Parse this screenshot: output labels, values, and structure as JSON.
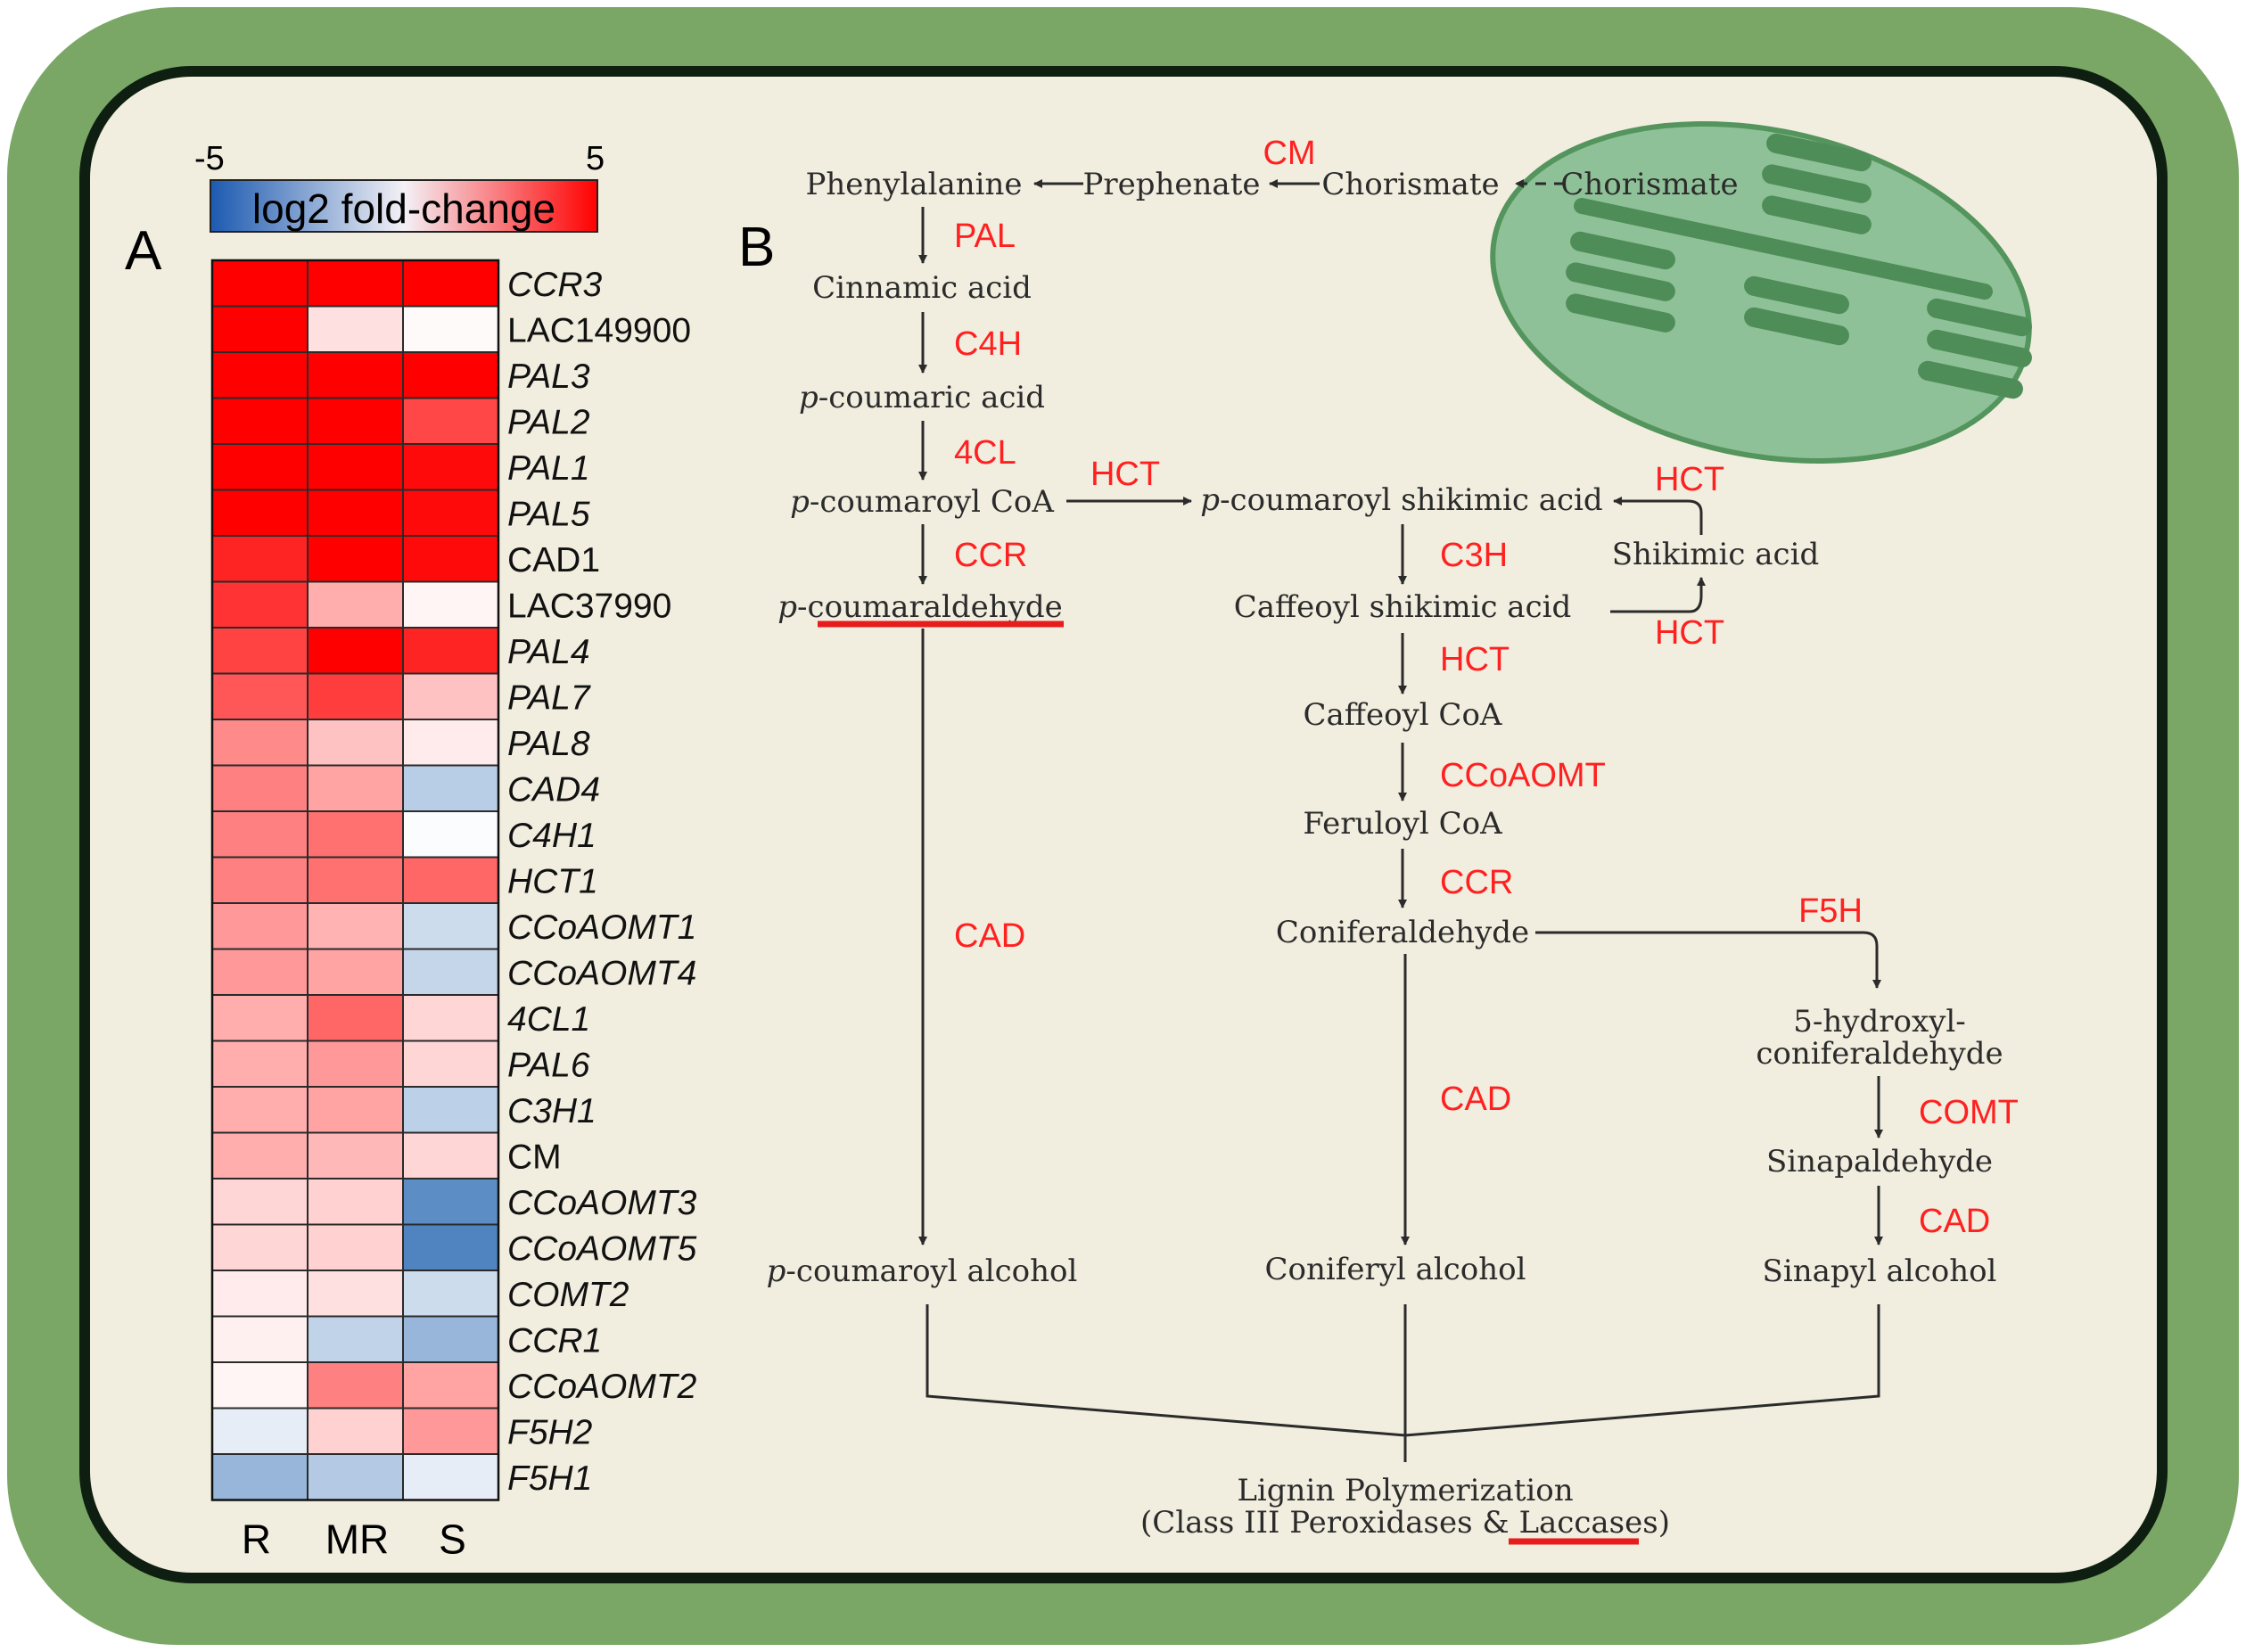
{
  "panel_labels": {
    "a": "A",
    "b": "B"
  },
  "colorbar": {
    "min_label": "-5",
    "max_label": "5",
    "title": "log2 fold-change",
    "min": -5,
    "max": 5
  },
  "heatmap": {
    "columns": [
      "R",
      "MR",
      "S"
    ],
    "rows": [
      {
        "gene": "CCR3",
        "italic": true,
        "values": [
          5.0,
          5.0,
          5.0
        ]
      },
      {
        "gene": "LAC149900",
        "italic": false,
        "values": [
          5.0,
          0.6,
          0.1
        ]
      },
      {
        "gene": "PAL3",
        "italic": true,
        "values": [
          5.0,
          5.0,
          5.0
        ]
      },
      {
        "gene": "PAL2",
        "italic": true,
        "values": [
          5.0,
          5.0,
          3.6
        ]
      },
      {
        "gene": "PAL1",
        "italic": true,
        "values": [
          5.0,
          5.0,
          4.8
        ]
      },
      {
        "gene": "PAL5",
        "italic": true,
        "values": [
          5.0,
          5.0,
          4.8
        ]
      },
      {
        "gene": "CAD1",
        "italic": false,
        "values": [
          4.3,
          5.0,
          4.8
        ]
      },
      {
        "gene": "LAC37990",
        "italic": false,
        "values": [
          4.0,
          1.6,
          0.2
        ]
      },
      {
        "gene": "PAL4",
        "italic": true,
        "values": [
          3.7,
          5.0,
          4.3
        ]
      },
      {
        "gene": "PAL7",
        "italic": true,
        "values": [
          3.3,
          3.8,
          1.2
        ]
      },
      {
        "gene": "PAL8",
        "italic": true,
        "values": [
          2.3,
          1.2,
          0.4
        ]
      },
      {
        "gene": "CAD4",
        "italic": true,
        "values": [
          2.5,
          1.8,
          -1.7
        ]
      },
      {
        "gene": "C4H1",
        "italic": true,
        "values": [
          2.5,
          2.8,
          -0.1
        ]
      },
      {
        "gene": "HCT1",
        "italic": true,
        "values": [
          2.5,
          2.8,
          3.0
        ]
      },
      {
        "gene": "CCoAOMT1",
        "italic": true,
        "values": [
          2.0,
          1.5,
          -1.2
        ]
      },
      {
        "gene": "CCoAOMT4",
        "italic": true,
        "values": [
          2.0,
          1.8,
          -1.4
        ]
      },
      {
        "gene": "4CL1",
        "italic": true,
        "values": [
          1.6,
          3.0,
          0.8
        ]
      },
      {
        "gene": "PAL6",
        "italic": true,
        "values": [
          1.6,
          2.0,
          0.8
        ]
      },
      {
        "gene": "C3H1",
        "italic": true,
        "values": [
          1.6,
          1.8,
          -1.6
        ]
      },
      {
        "gene": "CM",
        "italic": false,
        "values": [
          1.6,
          1.4,
          0.8
        ]
      },
      {
        "gene": "CCoAOMT3",
        "italic": true,
        "values": [
          0.8,
          0.9,
          -3.9
        ]
      },
      {
        "gene": "CCoAOMT5",
        "italic": true,
        "values": [
          0.8,
          0.9,
          -4.2
        ]
      },
      {
        "gene": "COMT2",
        "italic": true,
        "values": [
          0.4,
          0.6,
          -1.2
        ]
      },
      {
        "gene": "CCR1",
        "italic": true,
        "values": [
          0.3,
          -1.5,
          -2.5
        ]
      },
      {
        "gene": "CCoAOMT2",
        "italic": true,
        "values": [
          0.2,
          2.5,
          1.8
        ]
      },
      {
        "gene": "F5H2",
        "italic": true,
        "values": [
          -0.6,
          0.9,
          2.0
        ]
      },
      {
        "gene": "F5H1",
        "italic": true,
        "values": [
          -2.5,
          -1.8,
          -0.6
        ]
      }
    ]
  },
  "pathway": {
    "compounds": {
      "phenylalanine": "Phenylalanine",
      "prephenate": "Prephenate",
      "chorismate1": "Chorismate",
      "chorismate2": "Chorismate",
      "cinnamic": "Cinnamic acid",
      "pcoumaric_p": "p",
      "pcoumaric": "-coumaric acid",
      "pcoumaroylcoa_p": "p",
      "pcoumaroylcoa": "-coumaroyl CoA",
      "pcoumaraldehyde_p": "p",
      "pcoumaraldehyde_dash": "-",
      "pcoumaraldehyde": "coumaraldehyde",
      "pcoumaroylshik_p": "p",
      "pcoumaroylshik": "-coumaroyl shikimic acid",
      "shikimic": "Shikimic acid",
      "caffeoylshik": "Caffeoyl shikimic acid",
      "caffeoylcoa": "Caffeoyl CoA",
      "feruloylcoa": "Feruloyl CoA",
      "coniferaldehyde": "Coniferaldehyde",
      "hydroxy1": "5-hydroxyl-",
      "hydroxy2": "coniferaldehyde",
      "sinapaldehyde": "Sinapaldehyde",
      "pcoumaroylalc_p": "p",
      "pcoumaroylalc": "-coumaroyl alcohol",
      "coniferylalc": "Coniferyl alcohol",
      "sinapylalc": "Sinapyl alcohol",
      "lignin1": "Lignin Polymerization",
      "lignin2a": "(Class III Peroxidases & ",
      "lignin2b": "Laccases",
      "lignin2c": ")"
    },
    "enzymes": {
      "cm": "CM",
      "pal": "PAL",
      "c4h": "C4H",
      "cl4": "4CL",
      "hct1": "HCT",
      "ccr1": "CCR",
      "hct_top": "HCT",
      "c3h": "C3H",
      "hct_bottom": "HCT",
      "hct2": "HCT",
      "ccoaomt": "CCoAOMT",
      "ccr2": "CCR",
      "f5h": "F5H",
      "cad1": "CAD",
      "cad2": "CAD",
      "comt": "COMT",
      "cad3": "CAD"
    },
    "colors": {
      "enzyme": "#ff2020",
      "compound": "#2b2b2b",
      "underline": "#e81c1c"
    }
  },
  "colors": {
    "frame": "#7aa766",
    "frame_border": "#0e1e10",
    "panel_bg": "#f1eedf",
    "chloroplast_fill": "#8fc198",
    "chloroplast_stroke": "#54945d",
    "thylakoid": "#4f8d58",
    "scale_low": "#2f6db5",
    "scale_mid": "#ffffff",
    "scale_high": "#ff0000"
  }
}
